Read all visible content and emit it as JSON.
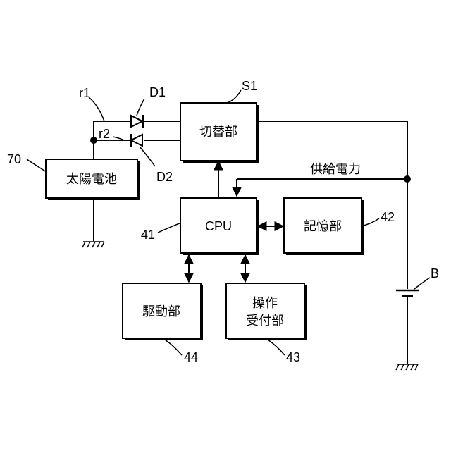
{
  "blocks": {
    "switch": "切替部",
    "solar": "太陽電池",
    "cpu": "CPU",
    "memory": "記憶部",
    "drive": "駆動部",
    "operation_line1": "操作",
    "operation_line2": "受付部"
  },
  "labels": {
    "r1": "r1",
    "r2": "r2",
    "d1": "D1",
    "d2": "D2",
    "s1": "S1",
    "ref70": "70",
    "ref41": "41",
    "ref42": "42",
    "ref43": "43",
    "ref44": "44",
    "battery": "B",
    "power_supply": "供給電力"
  }
}
